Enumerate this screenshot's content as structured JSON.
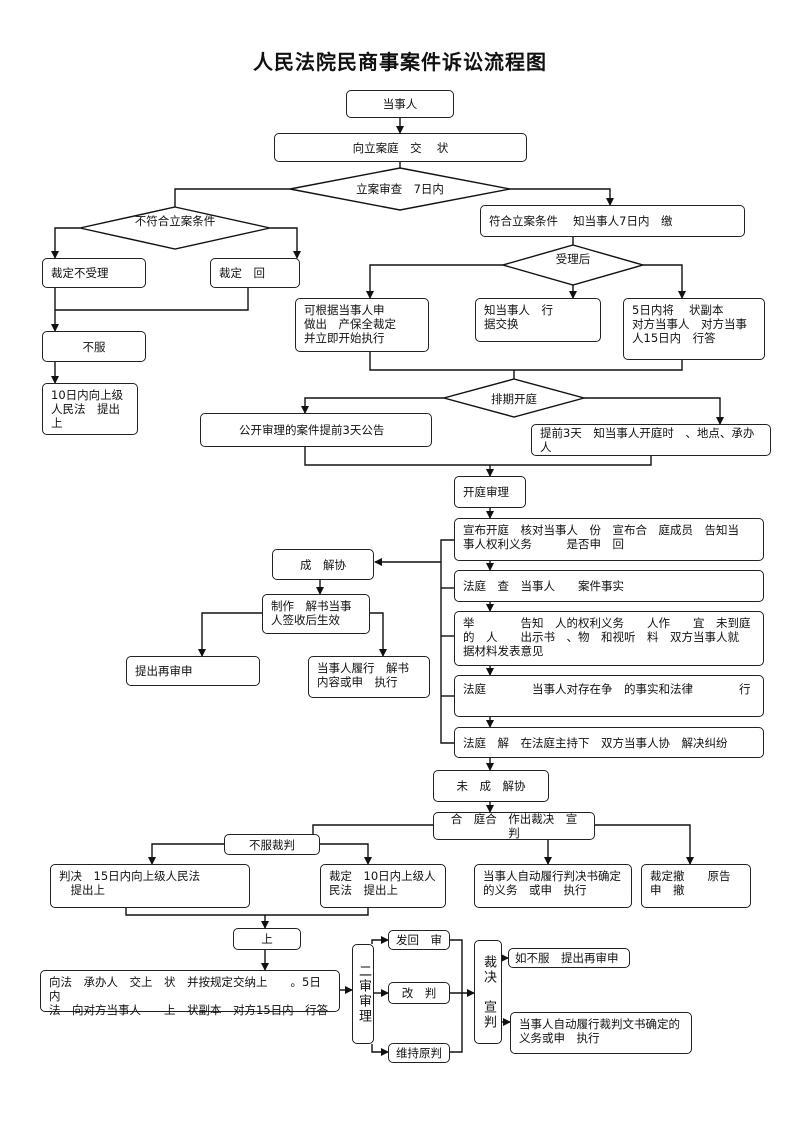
{
  "title": "人民法院民商事案件诉讼流程图",
  "nodes": {
    "party": "当事人",
    "file_suit": "向立案庭　交　 状",
    "review": "立案审查　7日内",
    "not_qualified": "不符合立案条件",
    "qualified": "符合立案条件　 知当事人7日内　缴",
    "ruling_reject": "裁定不受理",
    "ruling_return": "裁定　回",
    "disagree": "不服",
    "appeal_10d": "10日内向上级\n人民法　提出\n上",
    "accepted": "受理后",
    "preservation": "可根据当事人申\n做出　产保全裁定\n并立即开始执行",
    "evidence": "知当事人　行\n据交换",
    "serve_copy": "5日内将　 状副本\n对方当事人　对方当事\n人15日内　行答",
    "schedule": "排期开庭",
    "public_notice": "公开审理的案件提前3天公告",
    "notify_3days": "提前3天　知当事人开庭时　、地点、承办人",
    "hearing": "开庭审理",
    "step1": "宣布开庭　核对当事人　份　宣布合　庭成员　告知当\n事人权利义务　　　是否申　回",
    "step2": "法庭　查　当事人　　案件事实",
    "step3": "举　　　　告知　人的权利义务　　人作　　宜　未到庭\n的　人　　出示书　、物　和视听　料　双方当事人就\n据材料发表意见",
    "step4": "法庭　　　　当事人对存在争　的事实和法律　　　　行",
    "step5": "法庭　解　在法庭主持下　双方当事人协　解决纠纷",
    "mediation_success": "成　解协",
    "mediation_doc": "制作　解书当事\n人签收后生效",
    "retrial": "提出再审申",
    "perform_mediation": "当事人履行　解书\n内容或申　执行",
    "mediation_fail": "未　成　解协",
    "judgment": "合　庭合　作出裁决　宣\n判",
    "disagree_ruling": "不服裁判",
    "judgment_appeal": "判决　15日内向上级人民法\n　提出上",
    "ruling_appeal": "裁定　10日内上级人\n民法　提出上",
    "perform_judgment": "当事人自动履行判决书确定\n的义务　或申　执行",
    "withdraw": "裁定撤　　原告\n申　撤",
    "appeal_up": "上",
    "appeal_detail": "向法　承办人　交上　状　并按规定交纳上　　。5日内\n法　向对方当事人　　上　状副本　对方15日内　行答",
    "second_instance": "二审审理",
    "remand": "发回　审",
    "amend": "改　判",
    "uphold": "维持原判",
    "ruling_pronounce": "裁决　宣判",
    "final_disagree": "如不服　提出再审申",
    "final_perform": "当事人自动履行裁判文书确定的\n义务或申　执行"
  }
}
